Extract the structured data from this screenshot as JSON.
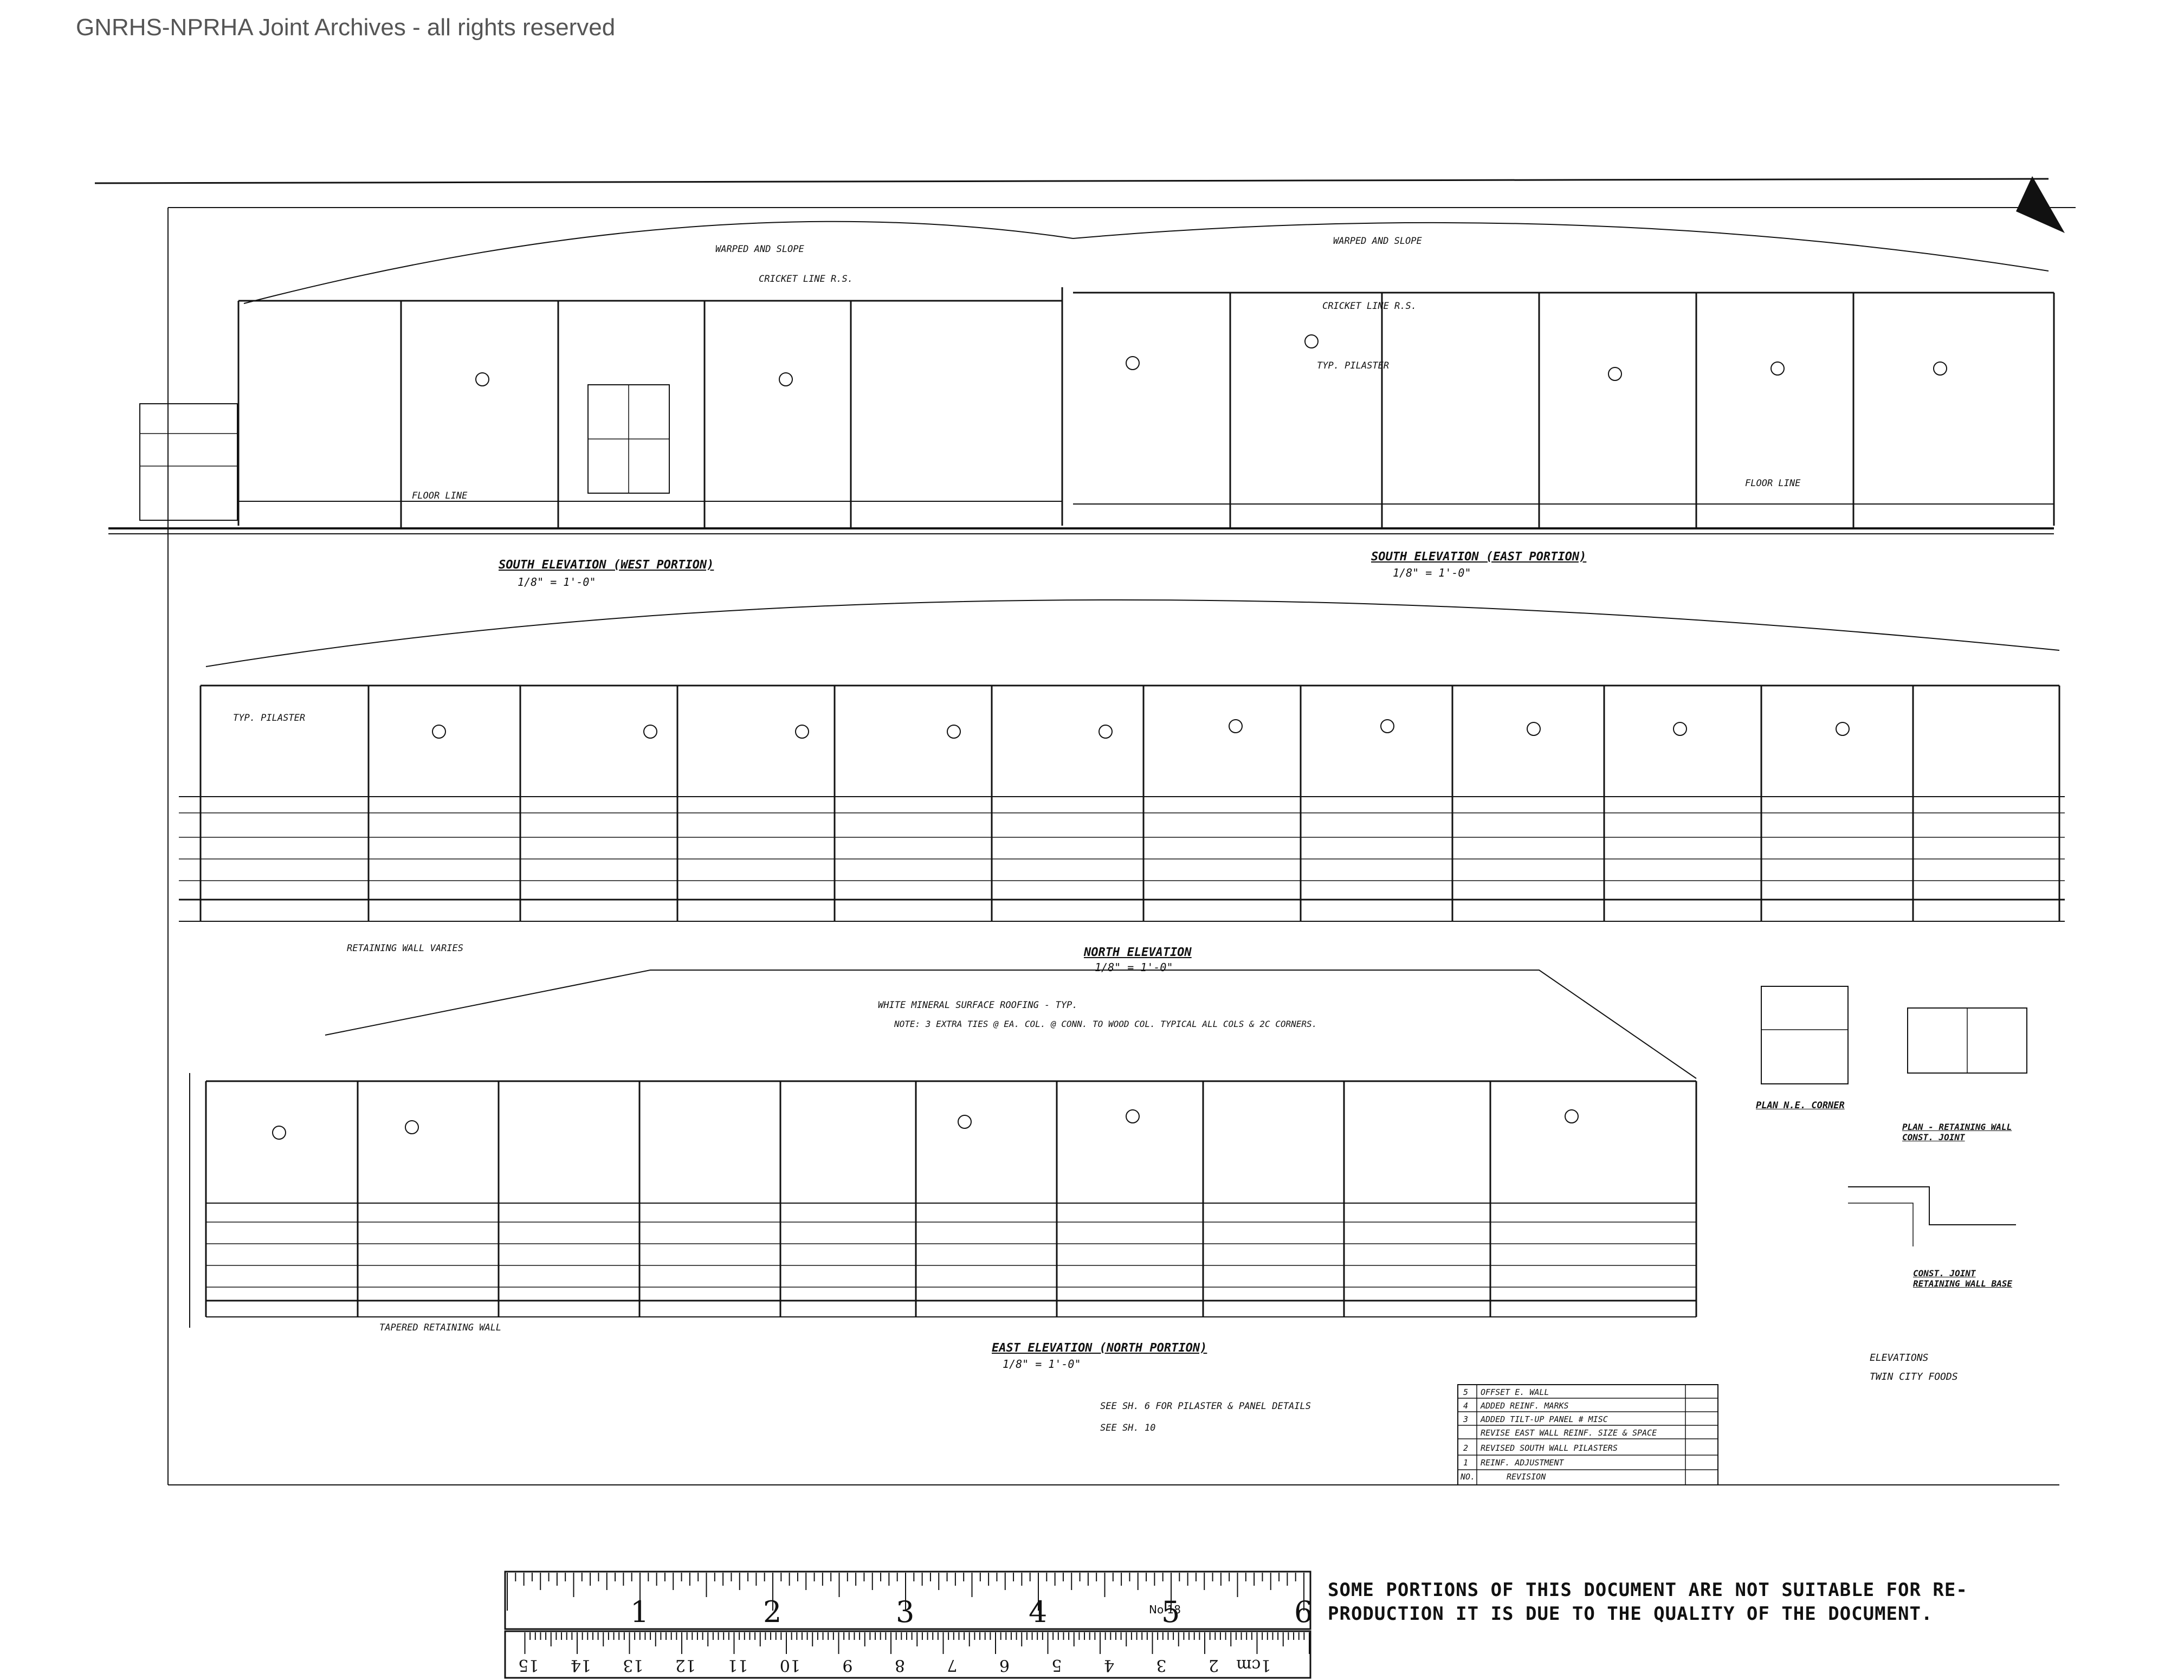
{
  "watermark": "GNRHS-NPRHA Joint Archives - all rights reserved",
  "elevations": {
    "south_west": "SOUTH ELEVATION (WEST PORTION)",
    "south_east": "SOUTH ELEVATION (EAST PORTION)",
    "north": "NORTH ELEVATION",
    "east_north": "EAST ELEVATION (NORTH PORTION)",
    "scale": "1/8\" = 1'-0\""
  },
  "details": {
    "plan_ne_corner": "PLAN N.E. CORNER",
    "plan_retaining_wall": "PLAN - RETAINING WALL CONST. JOINT",
    "const_joint": "CONST. JOINT RETAINING WALL BASE"
  },
  "notes": {
    "warped_slope": "WARPED AND SLOPE",
    "cricket_line": "CRICKET LINE R.S.",
    "floor_line": "FLOOR LINE",
    "typ_pilaster": "TYP. PILASTER",
    "retaining_walls": "RETAINING WALL VARIES",
    "tapered_retaining_wall": "TAPERED RETAINING WALL",
    "white_mineral": "WHITE MINERAL SURFACE ROOFING - TYP.",
    "note_ties": "NOTE: 3 EXTRA TIES @ EA. COL. @ CONN. TO WOOD COL. TYPICAL ALL COLS & 2C CORNERS.",
    "see_sh6": "SEE SH. 6 FOR PILASTER & PANEL DETAILS",
    "see_sh10": "SEE SH. 10"
  },
  "title_block": {
    "title": "ELEVATIONS",
    "project": "TWIN CITY FOODS"
  },
  "revisions": [
    {
      "no": "5",
      "desc": "OFFSET E. WALL"
    },
    {
      "no": "4",
      "desc": "ADDED REINF. MARKS"
    },
    {
      "no": "3",
      "desc": "ADDED TILT-UP PANEL # MISC"
    },
    {
      "no": "",
      "desc": "REVISE EAST WALL REINF. SIZE & SPACE"
    },
    {
      "no": "2",
      "desc": "REVISED SOUTH WALL PILASTERS"
    },
    {
      "no": "1",
      "desc": "REINF. ADJUSTMENT"
    },
    {
      "no": "NO.",
      "desc": "REVISION"
    }
  ],
  "ruler": {
    "inches": [
      "1",
      "2",
      "3",
      "4",
      "5",
      "6"
    ],
    "cm": [
      "1cm",
      "2",
      "3",
      "4",
      "5",
      "6",
      "7",
      "8",
      "9",
      "10",
      "11",
      "12",
      "13",
      "14",
      "15"
    ],
    "mark": "No 18"
  },
  "notice": {
    "line1": "SOME PORTIONS OF THIS DOCUMENT ARE NOT SUITABLE FOR RE-",
    "line2": "PRODUCTION IT IS DUE TO THE QUALITY OF THE DOCUMENT."
  }
}
